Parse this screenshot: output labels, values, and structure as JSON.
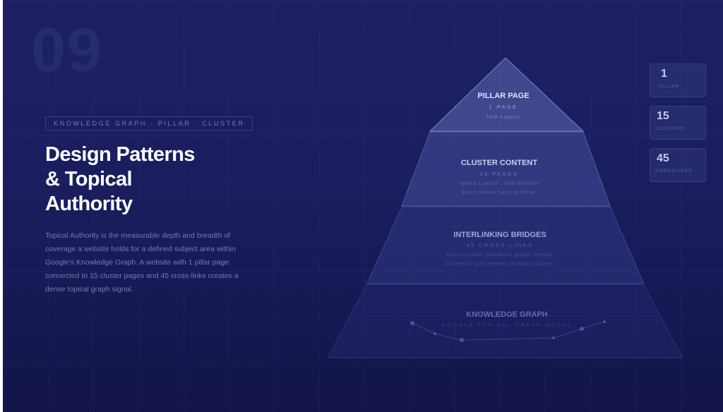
{
  "slide": {
    "number": "09",
    "tag": "KNOWLEDGE GRAPH · PILLAR · CLUSTER",
    "title_lines": [
      "Design Patterns",
      "& Topical",
      "Authority"
    ],
    "description": "Topical Authority is the measurable depth and breadth of coverage a website holds for a defined subject area within Google's Knowledge Graph. A website with 1 pillar page connected to 15 cluster pages and 45 cross-links creates a dense topical graph signal."
  },
  "pyramid": {
    "layers": [
      {
        "title": "PILLAR PAGE",
        "subtitle": "1 PAGE",
        "lines": [
          "Hub Layout"
        ]
      },
      {
        "title": "CLUSTER CONTENT",
        "subtitle": "15 PAGES",
        "lines": [
          "Spoke Layout · Sub-entities",
          "Each linked back to Pillar"
        ]
      },
      {
        "title": "INTERLINKING BRIDGES",
        "subtitle": "45 CROSS-LINKS",
        "lines": [
          "Cross-cluster semantic graph density",
          "Connects sub-entities across clusters"
        ]
      },
      {
        "title": "KNOWLEDGE GRAPH",
        "subtitle": "GOOGLE TOPICAL GRAPH MODEL",
        "lines": []
      }
    ]
  },
  "stats": [
    {
      "value": "1",
      "label": "PILLAR"
    },
    {
      "value": "15",
      "label": "CLUSTERS"
    },
    {
      "value": "45",
      "label": "CROSSLINKS"
    }
  ],
  "colors": {
    "background_top": "#1d2163",
    "background_bottom": "#12144a",
    "title": "#ffffff",
    "muted_text": "#8f97d4"
  }
}
